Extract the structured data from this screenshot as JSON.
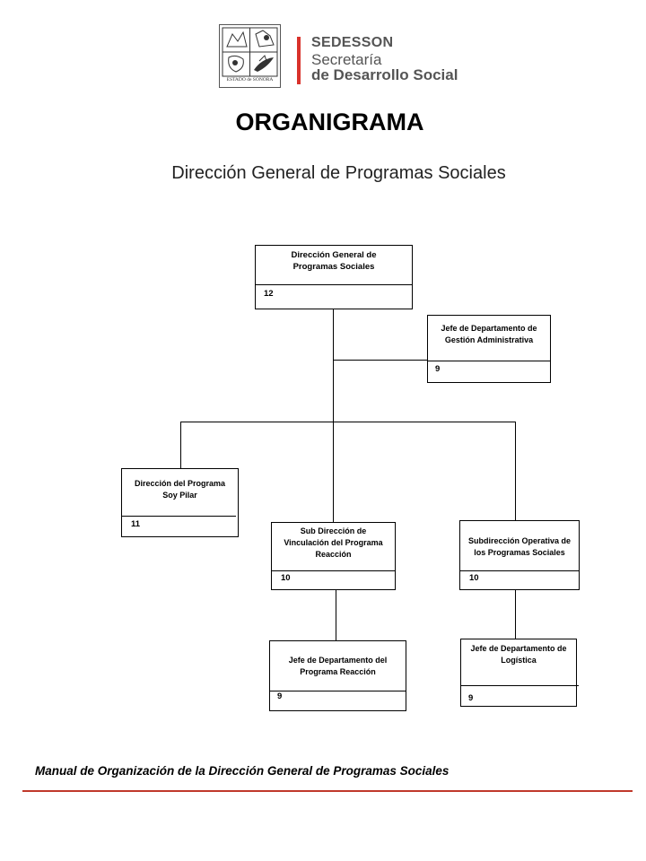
{
  "header": {
    "seal_text": "ESTADO de SONORA",
    "brand_line1": "SEDESSON",
    "brand_line2": "Secretaría",
    "brand_line3": "de Desarrollo Social",
    "accent_color": "#d9322b"
  },
  "title": "ORGANIGRAMA",
  "subtitle": "Dirección General de Programas Sociales",
  "org": {
    "direccion_general": {
      "name": "Dirección General de Programas Sociales",
      "level": "12"
    },
    "gestion_administrativa": {
      "name": "Jefe de Departamento de Gestión Administrativa",
      "level": "9"
    },
    "soy_pilar": {
      "name": "Dirección del Programa Soy Pilar",
      "level": "11"
    },
    "vinculacion": {
      "name": "Sub Dirección de Vinculación del Programa Reacción",
      "level": "10"
    },
    "operativa": {
      "name": "Subdirección Operativa de los Programas Sociales",
      "level": "10"
    },
    "programa_reaccion": {
      "name": "Jefe de Departamento del Programa Reacción",
      "level": "9"
    },
    "logistica": {
      "name": "Jefe de Departamento de Logística",
      "level": "9"
    }
  },
  "footer": "Manual de Organización de la Dirección General de Programas Sociales"
}
